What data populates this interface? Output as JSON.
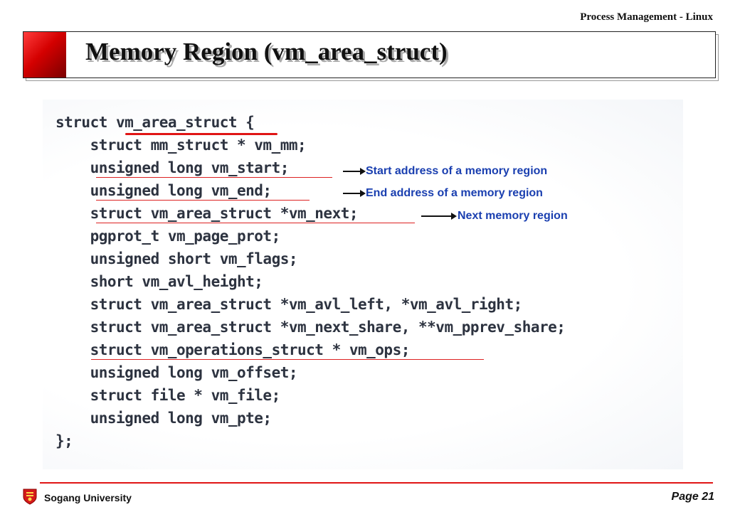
{
  "header": {
    "course": "Process Management - Linux"
  },
  "slide": {
    "title": "Memory Region (vm_area_struct)"
  },
  "code": {
    "lines": [
      "struct vm_area_struct {",
      "    struct mm_struct * vm_mm;",
      "    unsigned long vm_start;",
      "    unsigned long vm_end;",
      "    struct vm_area_struct *vm_next;",
      "    pgprot_t vm_page_prot;",
      "    unsigned short vm_flags;",
      "    short vm_avl_height;",
      "    struct vm_area_struct *vm_avl_left, *vm_avl_right;",
      "    struct vm_area_struct *vm_next_share, **vm_pprev_share;",
      "    struct vm_operations_struct * vm_ops;",
      "    unsigned long vm_offset;",
      "    struct file * vm_file;",
      "    unsigned long vm_pte;",
      "};"
    ]
  },
  "annotations": {
    "start": "Start address of a memory region",
    "end": "End address of a memory region",
    "next": "Next memory region"
  },
  "footer": {
    "university": "Sogang University",
    "page": "Page 21"
  },
  "colors": {
    "accent_red": "#e01515",
    "annotation_blue": "#1a3fb0"
  }
}
